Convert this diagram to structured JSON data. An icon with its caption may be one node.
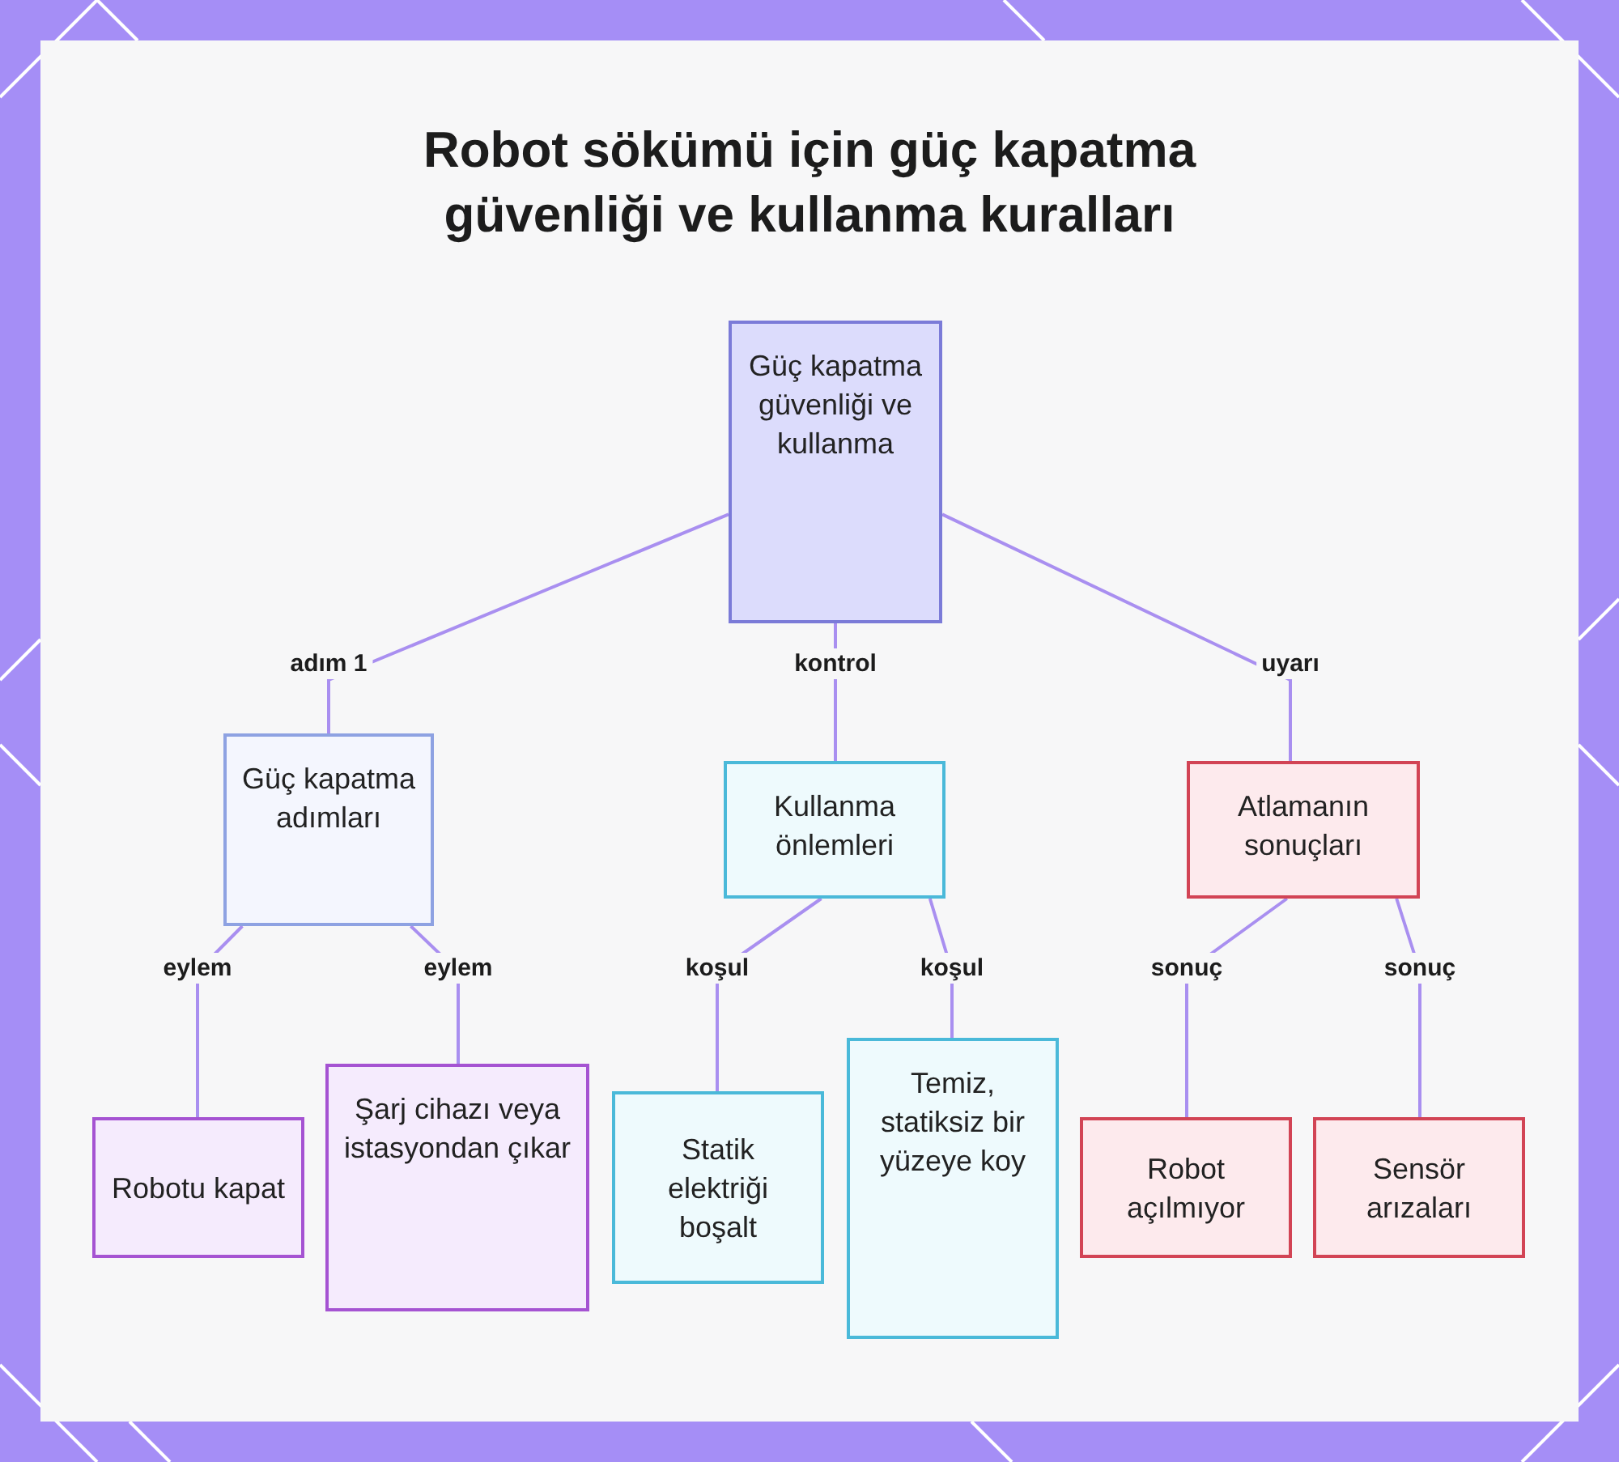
{
  "diagram": {
    "title": "Robot sökümü için güç kapatma güvenliği ve kullanma kuralları",
    "nodes": [
      {
        "text": [
          "Güç kapatma güvenliği ve kullanma"
        ]
      },
      {
        "text": [
          "Güç kapatma adımları"
        ]
      },
      {
        "text": [
          "Kullanma önlemleri"
        ]
      },
      {
        "text": [
          "Atlamanın sonuçları"
        ]
      },
      {
        "text": [
          "Robotu kapat"
        ]
      },
      {
        "text": [
          "Şarj cihazı veya istasyondan çıkar"
        ]
      },
      {
        "text": [
          "Statik elektriği boşalt"
        ]
      },
      {
        "text": [
          "Temiz, statiksiz bir yüzeye koy"
        ]
      },
      {
        "text": [
          "Robot açılmıyor"
        ]
      },
      {
        "text": [
          "Sensör arızaları"
        ]
      }
    ],
    "edges": [
      {
        "from": 0,
        "to": 1,
        "arrow": "none",
        "label": "adım 1"
      },
      {
        "from": 0,
        "to": 2,
        "arrow": "none",
        "label": "kontrol"
      },
      {
        "from": 0,
        "to": 3,
        "arrow": "none",
        "label": "uyarı"
      },
      {
        "from": 1,
        "to": 4,
        "arrow": "none",
        "label": "eylem"
      },
      {
        "from": 1,
        "to": 5,
        "arrow": "none",
        "label": "eylem"
      },
      {
        "from": 2,
        "to": 6,
        "arrow": "none",
        "label": "koşul"
      },
      {
        "from": 2,
        "to": 7,
        "arrow": "none",
        "label": "koşul"
      },
      {
        "from": 3,
        "to": 8,
        "arrow": "none",
        "label": "sonuç"
      },
      {
        "from": 3,
        "to": 9,
        "arrow": "none",
        "label": "sonuç"
      }
    ]
  }
}
